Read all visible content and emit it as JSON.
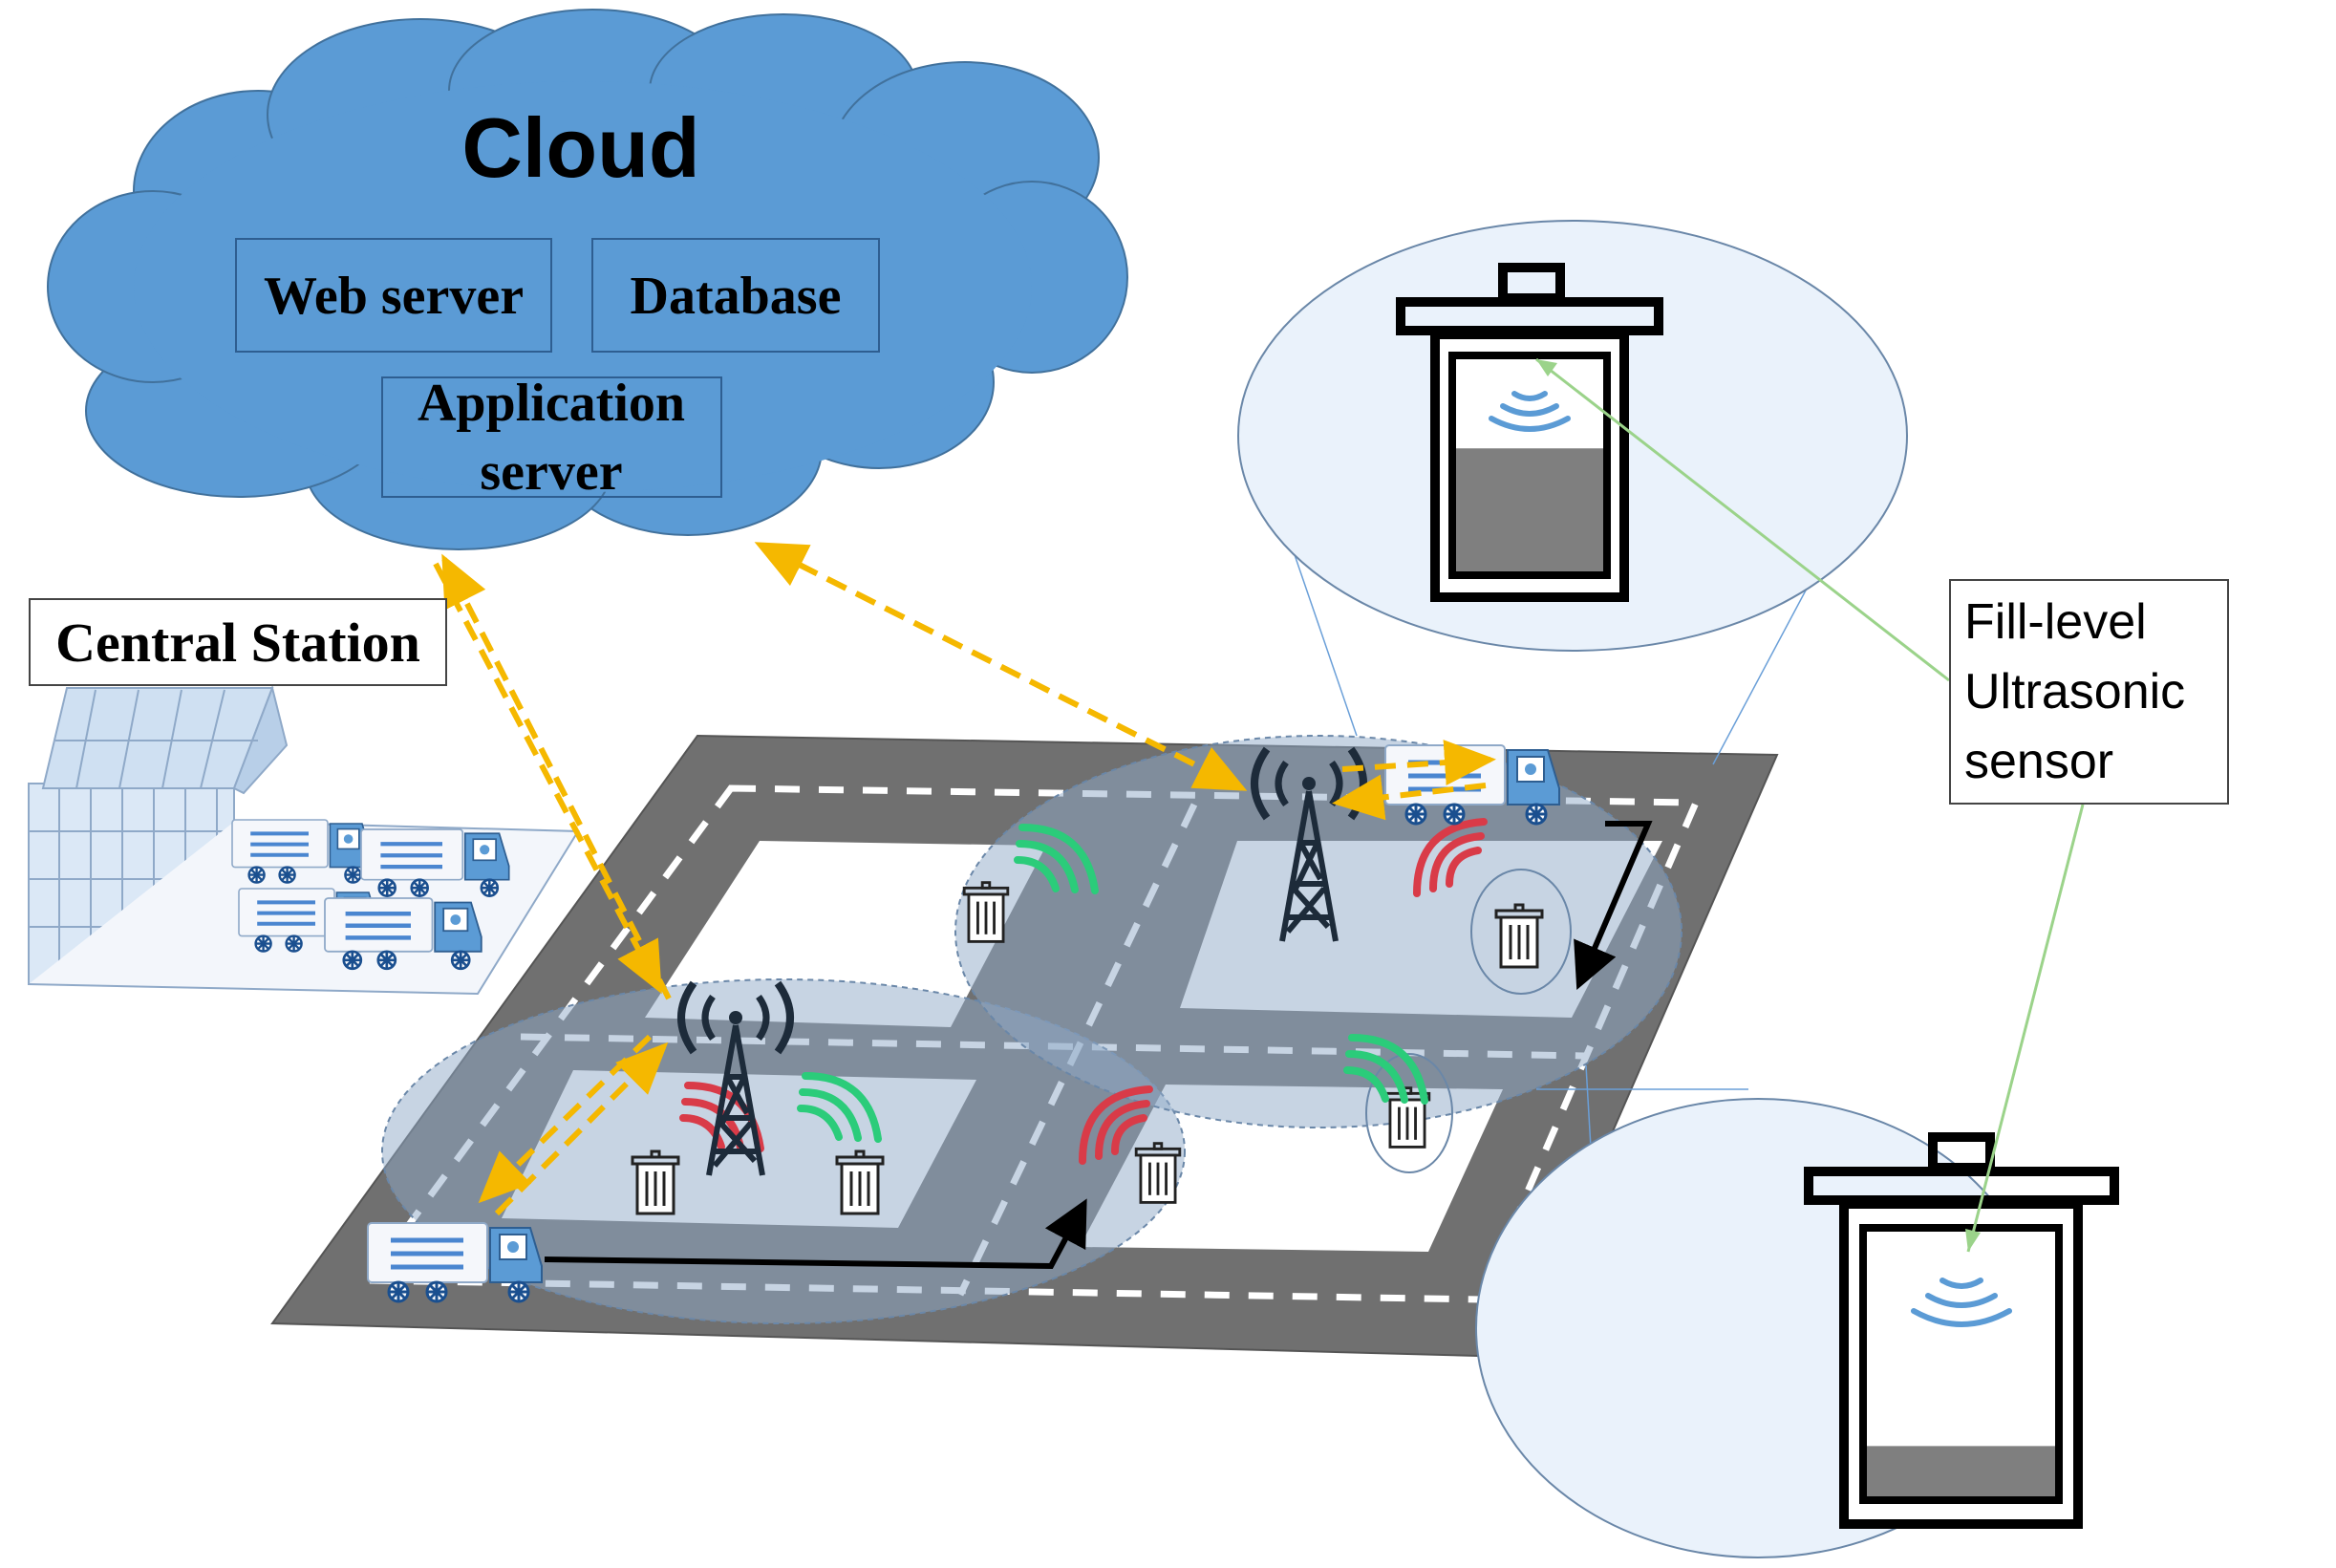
{
  "cloud": {
    "title": "Cloud",
    "web_server": "Web server",
    "database": "Database",
    "app_server_line1": "Application",
    "app_server_line2": "server"
  },
  "central_station": {
    "label": "Central Station"
  },
  "sensor_callout": {
    "text": "Fill-level\nUltrasonic\nsensor"
  },
  "colors": {
    "cloud_fill": "#5b9bd5",
    "road": "#707070",
    "coverage": "#8fa9c8",
    "signal_full": "#d93b48",
    "signal_ok": "#2bcc7a",
    "data_link": "#f5b800",
    "truck_cab": "#5b9bd5",
    "waste_fill": "#7f7f7f",
    "callout_line": "#9bd38a"
  },
  "bins": {
    "top_fill_level": 0.58,
    "bottom_fill_level": 0.19
  },
  "icons": [
    "cloud-icon",
    "antenna-tower-icon",
    "trash-bin-icon",
    "garbage-truck-icon",
    "building-icon",
    "wifi-signal-icon"
  ]
}
